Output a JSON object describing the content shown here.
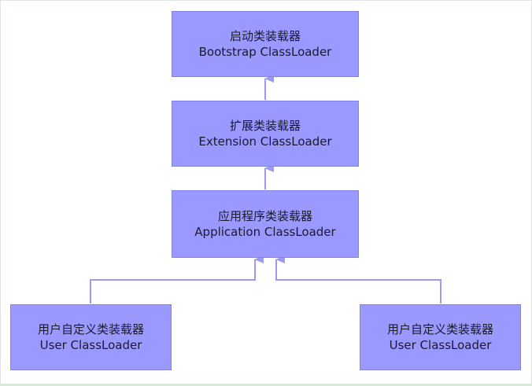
{
  "diagram": {
    "nodes": {
      "bootstrap": {
        "name_cn": "启动类装载器",
        "name_en": "Bootstrap ClassLoader"
      },
      "extension": {
        "name_cn": "扩展类装载器",
        "name_en": "Extension ClassLoader"
      },
      "application": {
        "name_cn": "应用程序类装载器",
        "name_en": "Application ClassLoader"
      },
      "user_left": {
        "name_cn": "用户自定义类装载器",
        "name_en": "User ClassLoader"
      },
      "user_right": {
        "name_cn": "用户自定义类装载器",
        "name_en": "User ClassLoader"
      }
    },
    "edges": [
      {
        "from": "extension",
        "to": "bootstrap"
      },
      {
        "from": "application",
        "to": "extension"
      },
      {
        "from": "user_left",
        "to": "application"
      },
      {
        "from": "user_right",
        "to": "application"
      }
    ],
    "colors": {
      "node_fill": "#9999ff",
      "connector": "#9a9af5"
    }
  }
}
